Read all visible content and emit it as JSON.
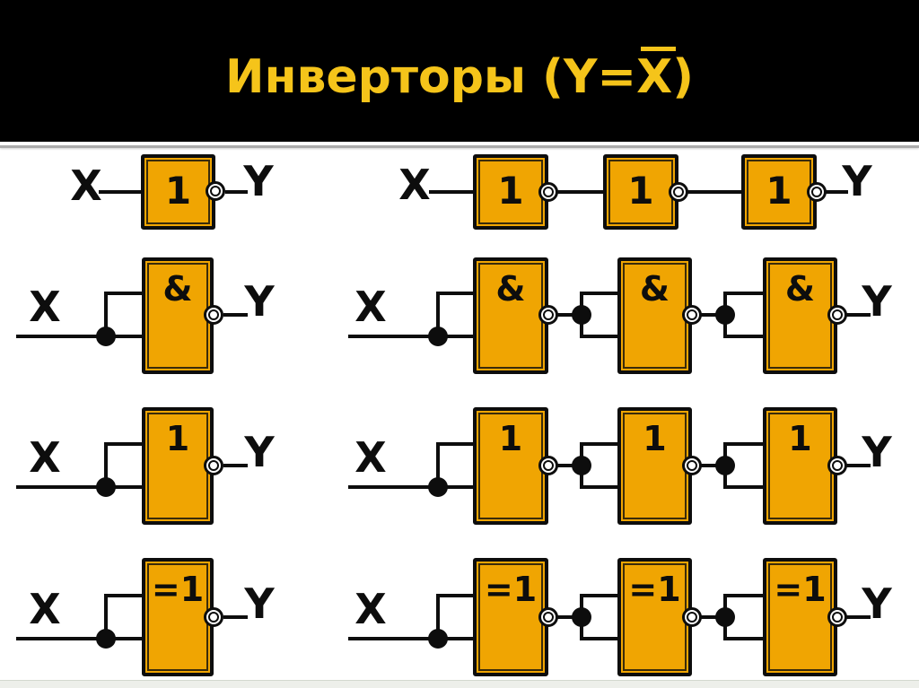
{
  "title": {
    "before": "Инверторы (Y=",
    "overlined": "X",
    "after": ")"
  },
  "colors": {
    "header_bg": "#000000",
    "body_bg": "#FFFFFF",
    "title_text": "#F5C41A",
    "line": "#0D0D0D",
    "gate_fill": "#F0A502",
    "separator": "#ABABAB",
    "footer_bg": "#EDEFEA"
  },
  "diagrams": [
    {
      "name": "inverter-single",
      "input_label": "X",
      "output_label": "Y",
      "gate_labels": [
        "1"
      ]
    },
    {
      "name": "inverter-chain-of-3",
      "input_label": "X",
      "output_label": "Y",
      "gate_labels": [
        "1",
        "1",
        "1"
      ]
    },
    {
      "name": "nand-as-inverter",
      "input_label": "X",
      "output_label": "Y",
      "gate_labels": [
        "&"
      ]
    },
    {
      "name": "nand-inverter-chain-of-3",
      "input_label": "X",
      "output_label": "Y",
      "gate_labels": [
        "&",
        "&",
        "&"
      ]
    },
    {
      "name": "nor-as-inverter",
      "input_label": "X",
      "output_label": "Y",
      "gate_labels": [
        "1"
      ]
    },
    {
      "name": "nor-inverter-chain-of-3",
      "input_label": "X",
      "output_label": "Y",
      "gate_labels": [
        "1",
        "1",
        "1"
      ]
    },
    {
      "name": "xnor-as-inverter",
      "input_label": "X",
      "output_label": "Y",
      "gate_labels": [
        "=1"
      ]
    },
    {
      "name": "xnor-inverter-chain-of-3",
      "input_label": "X",
      "output_label": "Y",
      "gate_labels": [
        "=1",
        "=1",
        "=1"
      ]
    }
  ]
}
